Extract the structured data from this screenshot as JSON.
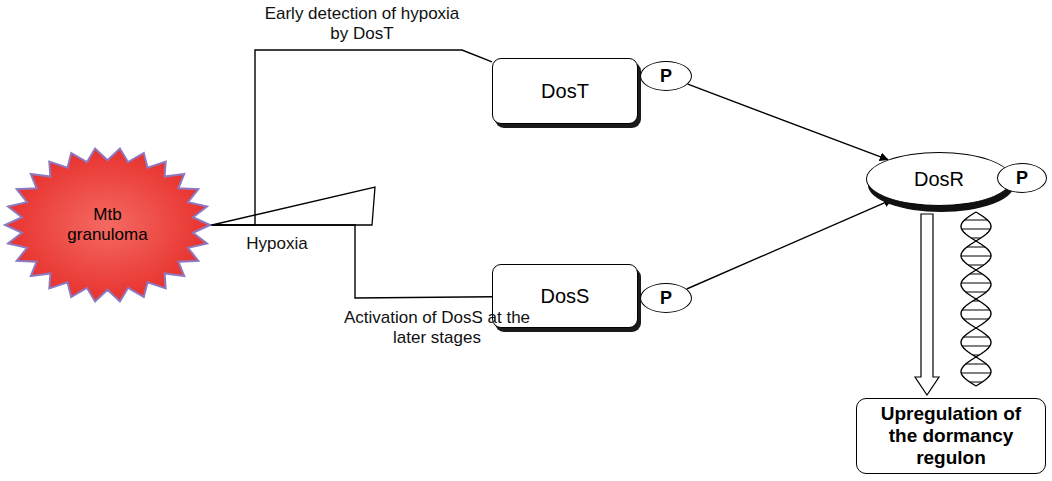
{
  "diagram": {
    "nodes": [
      {
        "text": [
          "Mtb granuloma"
        ]
      },
      {
        "text": [
          "DosT"
        ]
      },
      {
        "text": [
          "P"
        ]
      },
      {
        "text": [
          "DosS"
        ]
      },
      {
        "text": [
          "P"
        ]
      },
      {
        "text": [
          "DosR"
        ]
      },
      {
        "text": [
          "P"
        ]
      },
      {
        "text": [
          "Upregulation of the dormancy regulon"
        ]
      }
    ],
    "edges": [
      {
        "from": 0,
        "to": 1,
        "arrow": "none"
      },
      {
        "from": 0,
        "to": 3,
        "arrow": "none"
      },
      {
        "from": 2,
        "to": 5,
        "arrow": "to"
      },
      {
        "from": 4,
        "to": 5,
        "arrow": "to"
      },
      {
        "from": 5,
        "to": 7,
        "arrow": "to"
      }
    ],
    "labels": [
      "Early detection of hypoxia by DosT",
      "Hypoxia",
      "Activation of DosS at the later stages"
    ]
  }
}
